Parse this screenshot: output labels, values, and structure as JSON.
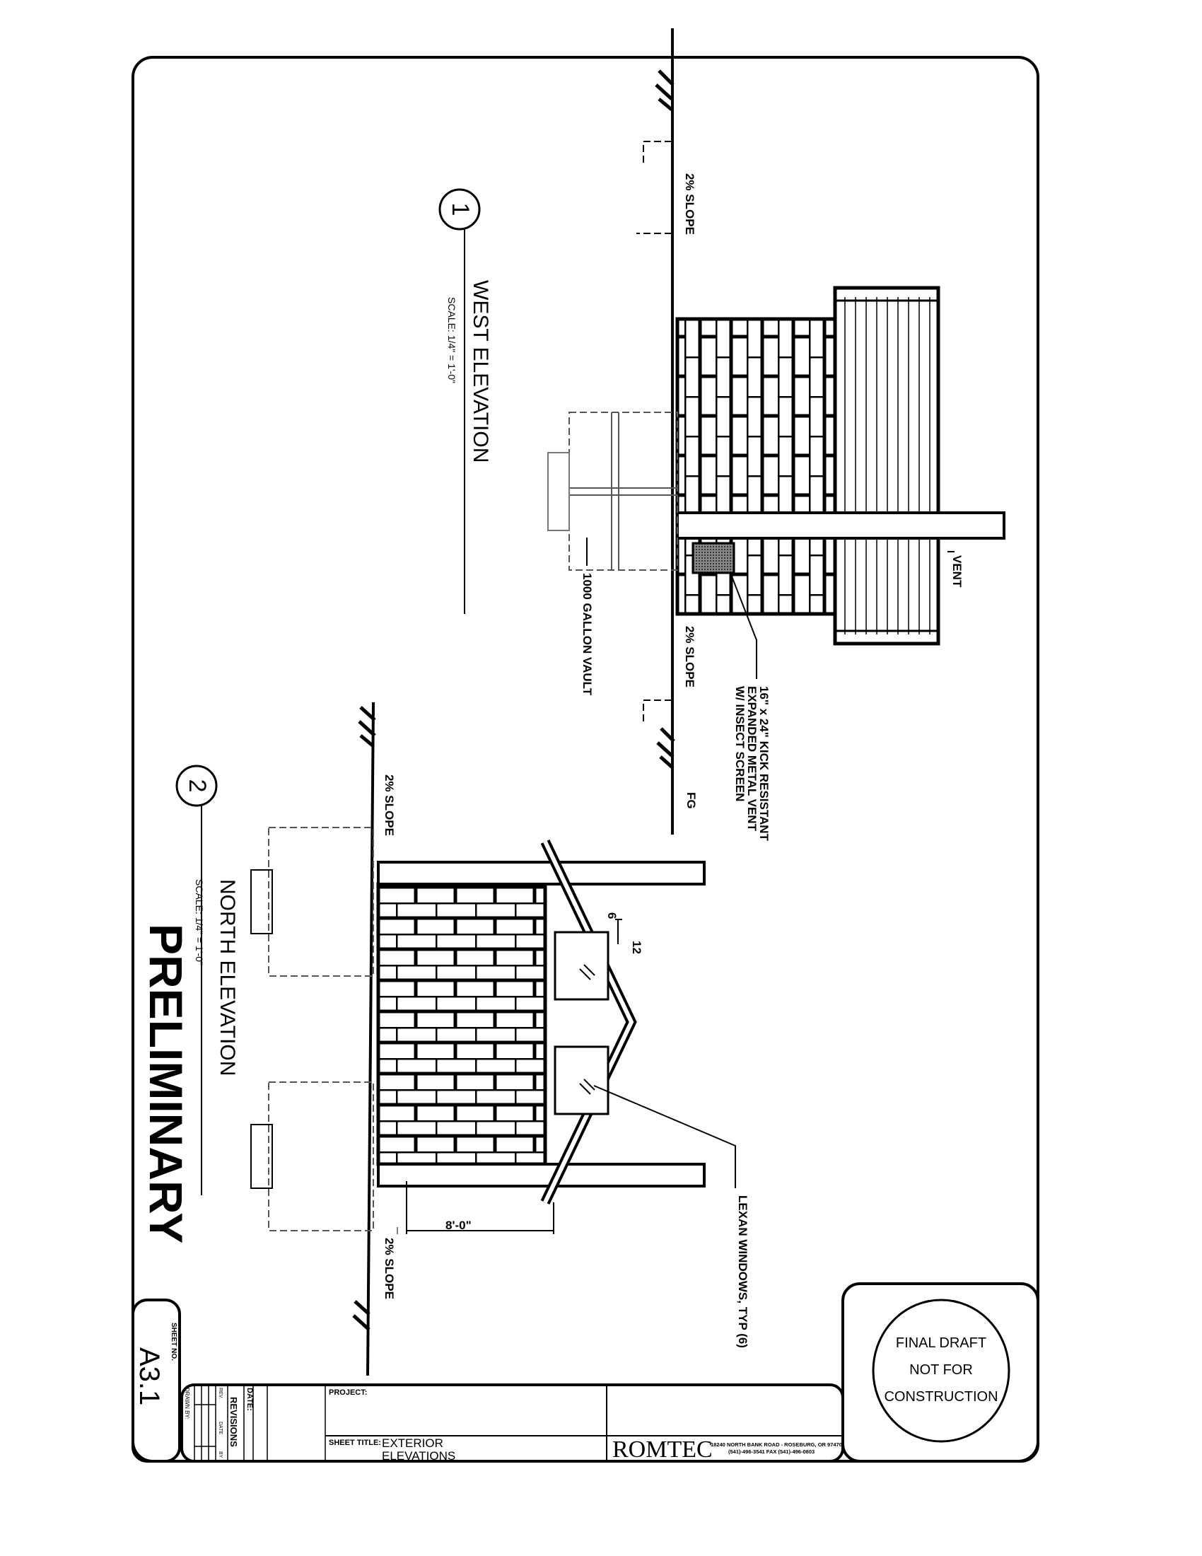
{
  "west": {
    "number": "1",
    "title": "WEST ELEVATION",
    "scale": "SCALE: 1/4\" = 1'-0\"",
    "slope_top": "2% SLOPE",
    "slope_bottom": "2% SLOPE",
    "vent_label": "VENT",
    "vault_label": "1000 GALLON VAULT",
    "kick_vent_lines": [
      "16\" x 24\" KICK RESISTANT",
      "EXPANDED METAL VENT",
      "W/ INSECT SCREEN"
    ],
    "grade_label": "FG"
  },
  "north": {
    "number": "2",
    "title": "NORTH ELEVATION",
    "scale": "SCALE: 1/4\" = 1'-0\"",
    "slope_top": "2% SLOPE",
    "slope_bottom": "2% SLOPE",
    "pitch_rise": "6",
    "pitch_run": "12",
    "dimension": "8'-0\"",
    "window_label": "LEXAN WINDOWS, TYP (6)"
  },
  "watermark": "PRELIMINARY",
  "stamp": [
    "FINAL DRAFT",
    "NOT FOR",
    "CONSTRUCTION"
  ],
  "title_block": {
    "sheet_no_label": "SHEET NO.",
    "sheet_no": "A3.1",
    "drawn_by": "DRAWN BY:",
    "rev": "REV.",
    "rev_date": "DATE",
    "rev_by": "BY",
    "revisions": "REVISIONS",
    "date": "DATE:",
    "project": "PROJECT:",
    "sheet_title_label": "SHEET TITLE:",
    "sheet_title_1": "EXTERIOR",
    "sheet_title_2": "ELEVATIONS",
    "company": "ROMTEC",
    "address": "18240 NORTH BANK ROAD - ROSEBURG, OR 97470",
    "phone": "(541)-496-3541   FAX (541)-496-0803"
  }
}
